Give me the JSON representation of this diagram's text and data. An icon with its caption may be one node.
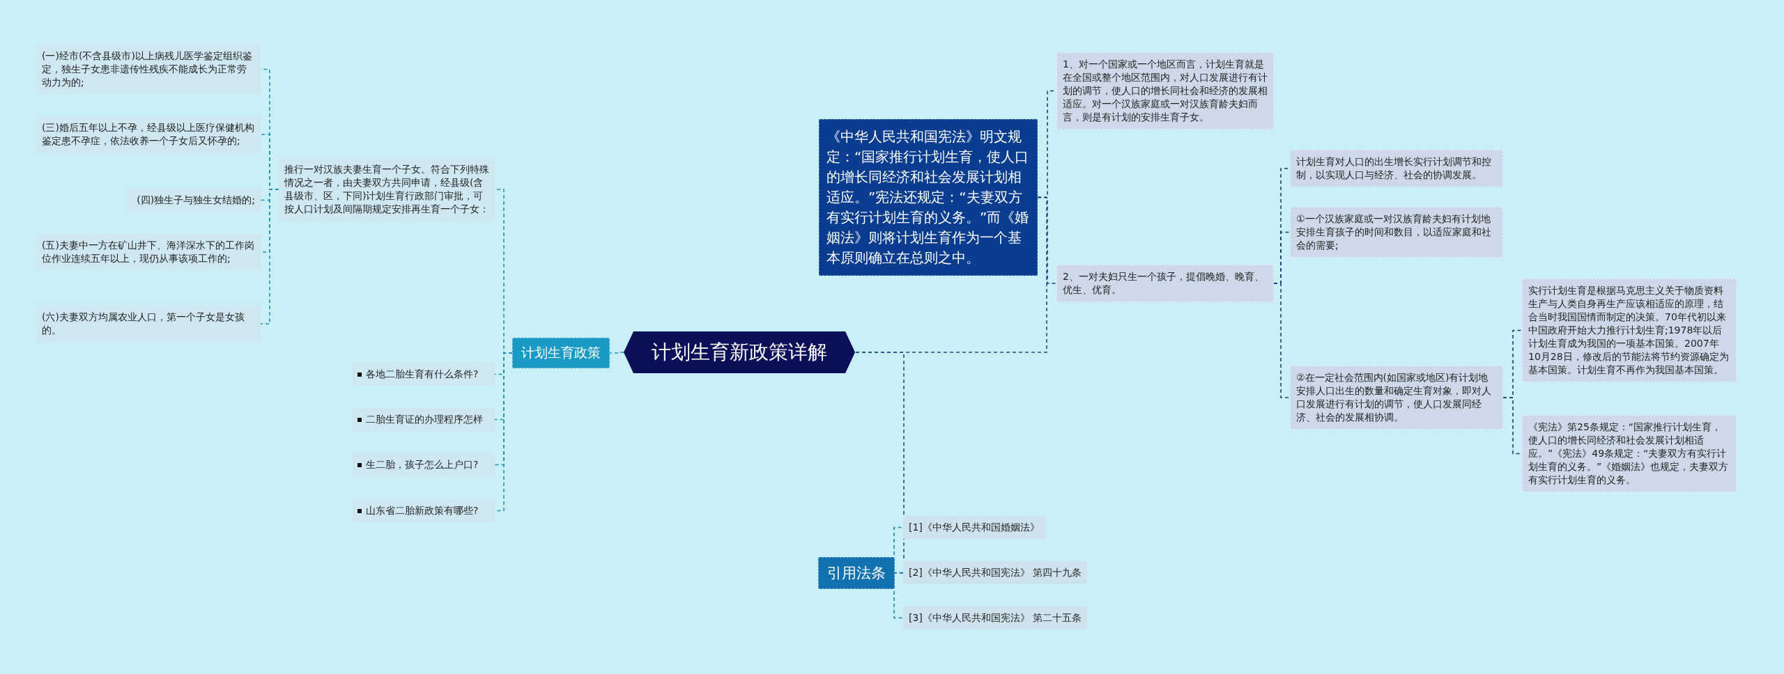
{
  "diagram": {
    "nodes": [
      {
        "text": [
          "计划生育新政策详解"
        ]
      },
      {
        "text": [
          "计划生育政策"
        ]
      },
      {
        "text": [
          "推行一对汉族夫妻生育一个子女。符合下列特殊情况之一者，由夫妻双方共同申请，经县级(含县级市、区，下同)计划生育行政部门审批，可按人口计划及间隔期规定安排再生育一个子女："
        ]
      },
      {
        "text": [
          "(一)经市(不含县级市)以上病残儿医学鉴定组织鉴定，独生子女患非遗传性残疾不能成长为正常劳动力为的;"
        ]
      },
      {
        "text": [
          "(三)婚后五年以上不孕，经县级以上医疗保健机构鉴定患不孕症，依法收养一个子女后又怀孕的;"
        ]
      },
      {
        "text": [
          "(四)独生子与独生女结婚的;"
        ]
      },
      {
        "text": [
          "(五)夫妻中一方在矿山井下、海洋深水下的工作岗位作业连续五年以上，现仍从事该项工作的;"
        ]
      },
      {
        "text": [
          "(六)夫妻双方均属农业人口，第一个子女是女孩的。"
        ]
      },
      {
        "text": [
          "各地二胎生育有什么条件?"
        ]
      },
      {
        "text": [
          "二胎生育证的办理程序怎样"
        ]
      },
      {
        "text": [
          "生二胎，孩子怎么上户口?"
        ]
      },
      {
        "text": [
          "山东省二胎新政策有哪些?"
        ]
      },
      {
        "text": [
          "《中华人民共和国宪法》明文规定：“国家推行计划生育，使人口的增长同经济和社会发展计划相适应。”宪法还规定：“夫妻双方有实行计划生育的义务。”而《婚姻法》则将计划生育作为一个基本原则确立在总则之中。"
        ]
      },
      {
        "text": [
          "1、对一个国家或一个地区而言，计划生育就是在全国或整个地区范围内，对人口发展进行有计划的调节，使人口的增长同社会和经济的发展相适应。对一个汉族家庭或一对汉族育龄夫妇而言，则是有计划的安排生育子女。"
        ]
      },
      {
        "text": [
          "2、一对夫妇只生一个孩子，提倡晚婚、晚育、优生、优育。"
        ]
      },
      {
        "text": [
          "计划生育对人口的出生增长实行计划调节和控制，以实现人口与经济、社会的协调发展。"
        ]
      },
      {
        "text": [
          "①一个汉族家庭或一对汉族育龄夫妇有计划地安排生育孩子的时间和数目，以适应家庭和社会的需要;"
        ]
      },
      {
        "text": [
          "②在一定社会范围内(如国家或地区)有计划地安排人口出生的数量和确定生育对象，即对人口发展进行有计划的调节，使人口发展同经济、社会的发展相协调。"
        ]
      },
      {
        "text": [
          "实行计划生育是根据马克思主义关于物质资料生产与人类自身再生产应该相适应的原理，结合当时我国国情而制定的决策。70年代初以来中国政府开始大力推行计划生育;1978年以后计划生育成为我国的一项基本国策。2007年10月28日，修改后的节能法将节约资源确定为基本国策。计划生育不再作为我国基本国策。"
        ]
      },
      {
        "text": [
          "《宪法》第25条规定：“国家推行计划生育，使人口的增长同经济和社会发展计划相适应。”《宪法》49条规定：“夫妻双方有实行计划生育的义务。”《婚姻法》也规定，夫妻双方有实行计划生育的义务。"
        ]
      },
      {
        "text": [
          "引用法条"
        ]
      },
      {
        "text": [
          "[1]《中华人民共和国婚姻法》"
        ]
      },
      {
        "text": [
          "[2]《中华人民共和国宪法》 第四十九条"
        ]
      },
      {
        "text": [
          "[3]《中华人民共和国宪法》 第二十五条"
        ]
      }
    ],
    "edges": [
      {
        "from": 0,
        "to": 1,
        "arrow": "none",
        "style": "dashed",
        "color": "#2a8fb0"
      },
      {
        "from": 1,
        "to": 2,
        "arrow": "none",
        "style": "dashed",
        "color": "#2a8fb0"
      },
      {
        "from": 2,
        "to": 3,
        "arrow": "none",
        "style": "dashed",
        "color": "#2a8fb0"
      },
      {
        "from": 2,
        "to": 4,
        "arrow": "none",
        "style": "dashed",
        "color": "#2a8fb0"
      },
      {
        "from": 2,
        "to": 5,
        "arrow": "none",
        "style": "dashed",
        "color": "#2a8fb0"
      },
      {
        "from": 2,
        "to": 6,
        "arrow": "none",
        "style": "dashed",
        "color": "#2a8fb0"
      },
      {
        "from": 2,
        "to": 7,
        "arrow": "none",
        "style": "dashed",
        "color": "#2a8fb0"
      },
      {
        "from": 1,
        "to": 8,
        "arrow": "none",
        "style": "dashed",
        "color": "#2a8fb0"
      },
      {
        "from": 1,
        "to": 9,
        "arrow": "none",
        "style": "dashed",
        "color": "#2a8fb0"
      },
      {
        "from": 1,
        "to": 10,
        "arrow": "none",
        "style": "dashed",
        "color": "#2a8fb0"
      },
      {
        "from": 1,
        "to": 11,
        "arrow": "none",
        "style": "dashed",
        "color": "#2a8fb0"
      },
      {
        "from": 0,
        "to": 12,
        "arrow": "none",
        "style": "dashed",
        "color": "#1d4f8c"
      },
      {
        "from": 12,
        "to": 13,
        "arrow": "none",
        "style": "dashed",
        "color": "#1d3f7a"
      },
      {
        "from": 12,
        "to": 14,
        "arrow": "none",
        "style": "dashed",
        "color": "#1d3f7a"
      },
      {
        "from": 14,
        "to": 15,
        "arrow": "none",
        "style": "dashed",
        "color": "#1d3f7a"
      },
      {
        "from": 14,
        "to": 16,
        "arrow": "none",
        "style": "dashed",
        "color": "#1d3f7a"
      },
      {
        "from": 14,
        "to": 17,
        "arrow": "none",
        "style": "dashed",
        "color": "#1d3f7a"
      },
      {
        "from": 17,
        "to": 18,
        "arrow": "none",
        "style": "dashed",
        "color": "#1d3f7a"
      },
      {
        "from": 17,
        "to": 19,
        "arrow": "none",
        "style": "dashed",
        "color": "#1d3f7a"
      },
      {
        "from": 0,
        "to": 20,
        "arrow": "none",
        "style": "dashed",
        "color": "#1d4f8c"
      },
      {
        "from": 20,
        "to": 21,
        "arrow": "none",
        "style": "dashed",
        "color": "#2a7fa8"
      },
      {
        "from": 20,
        "to": 22,
        "arrow": "none",
        "style": "dashed",
        "color": "#2a7fa8"
      },
      {
        "from": 20,
        "to": 23,
        "arrow": "none",
        "style": "dashed",
        "color": "#2a7fa8"
      }
    ]
  }
}
